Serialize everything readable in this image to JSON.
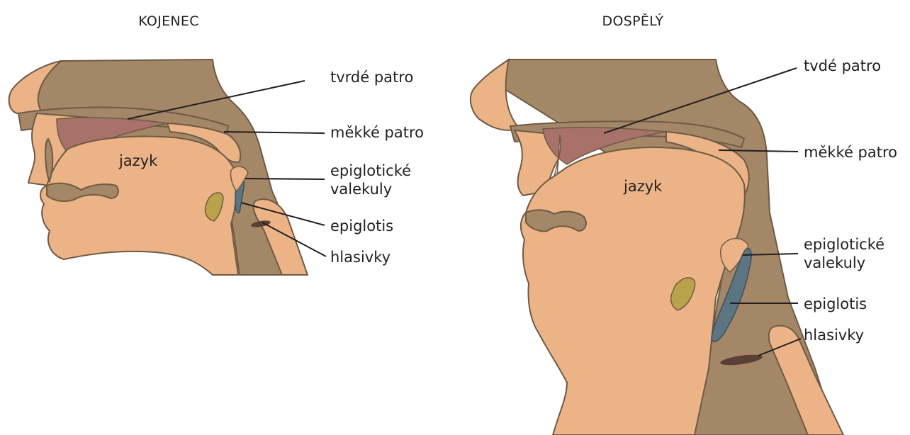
{
  "panels": {
    "infant": {
      "title": "KOJENEC",
      "tongue_label": "jazyk",
      "labels": {
        "hard_palate": "tvrdé patro",
        "soft_palate": "měkké patro",
        "valleculae_line1": "epiglotické",
        "valleculae_line2": "valekuly",
        "epiglottis": "epiglotis",
        "vocal_cords": "hlasivky"
      }
    },
    "adult": {
      "title": "DOSPĚLÝ",
      "tongue_label": "jazyk",
      "labels": {
        "hard_palate": "tvdé patro",
        "soft_palate": "měkké patro",
        "valleculae_line1": "epiglotické",
        "valleculae_line2": "valekuly",
        "epiglottis": "epiglotis",
        "vocal_cords": "hlasivky"
      }
    }
  },
  "colors": {
    "skin": "#ecb486",
    "cavity": "#a38767",
    "outline": "#6e5a45",
    "hard_palate": "#a8726a",
    "epiglottis": "#5b7582",
    "hyoid": "#b8a24a",
    "vocal_cords": "#5b3e35",
    "leader_line": "#231f20"
  }
}
